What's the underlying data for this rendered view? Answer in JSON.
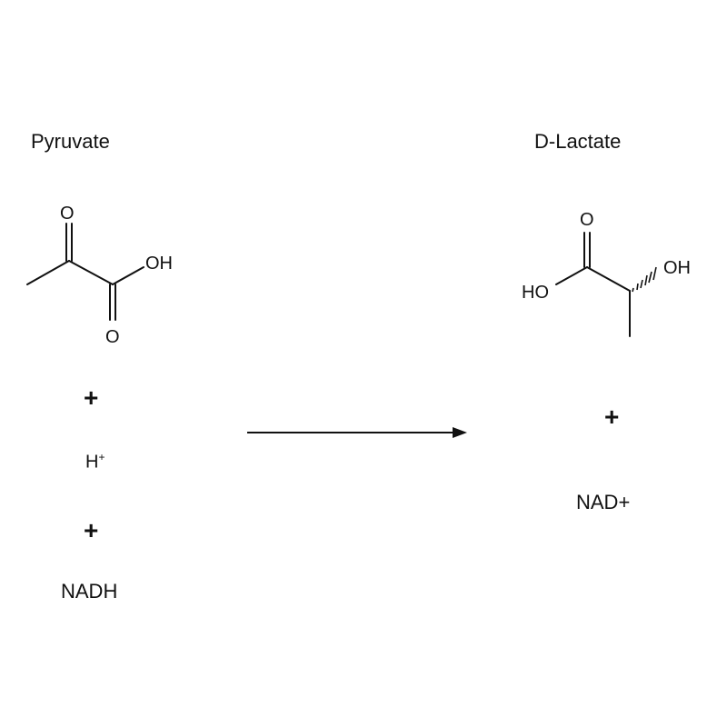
{
  "reactants": {
    "name": "Pyruvate",
    "atoms": {
      "top_o": "O",
      "oh": "OH",
      "bottom_o": "O"
    },
    "plus": "+",
    "proton": {
      "base": "H",
      "charge": "+"
    },
    "cofactor": "NADH"
  },
  "products": {
    "name": "D-Lactate",
    "atoms": {
      "top_o": "O",
      "oh": "OH",
      "ho": "HO"
    },
    "plus": "+",
    "cofactor": "NAD+"
  },
  "colors": {
    "ink": "#111111",
    "background": "#ffffff"
  }
}
